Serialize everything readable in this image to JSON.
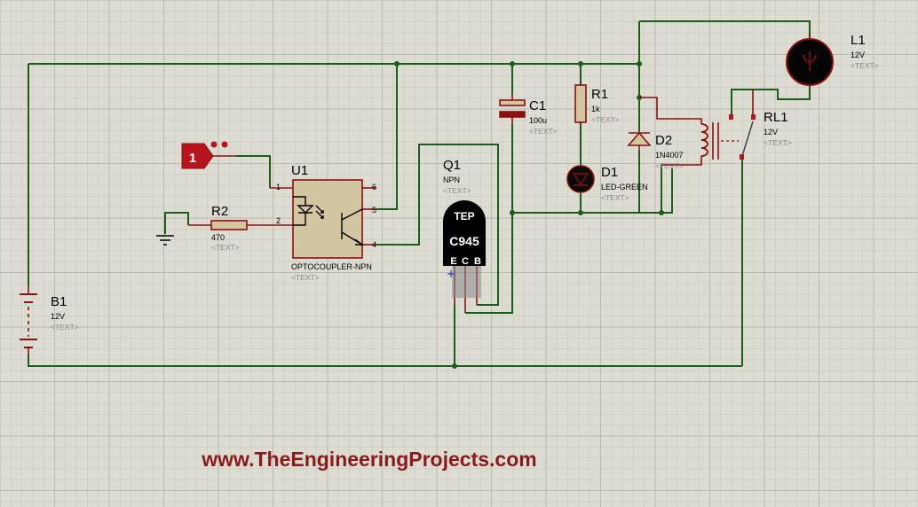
{
  "colors": {
    "background": "#dcdcd2",
    "grid_minor": "#c9c9be",
    "grid_major": "#b9b9ad",
    "wire": "#1b5e1b",
    "component": "#8b1010",
    "component_fill": "#d2c6a0",
    "placeholder_text": "#8c8c8c",
    "footer": "#8b1a1a"
  },
  "placeholder": "<TEXT>",
  "input_terminal": {
    "label": "1"
  },
  "components": {
    "u1": {
      "designator": "U1",
      "value": "OPTOCOUPLER-NPN",
      "pins": [
        "1",
        "2",
        "6",
        "5",
        "4"
      ]
    },
    "r2": {
      "designator": "R2",
      "value": "470"
    },
    "q1": {
      "designator": "Q1",
      "value": "NPN",
      "brand": "TEP",
      "part": "C945",
      "pins": [
        "E",
        "C",
        "B"
      ]
    },
    "c1": {
      "designator": "C1",
      "value": "100u"
    },
    "r1": {
      "designator": "R1",
      "value": "1k"
    },
    "d1": {
      "designator": "D1",
      "value": "LED-GREEN"
    },
    "d2": {
      "designator": "D2",
      "value": "1N4007"
    },
    "l1": {
      "designator": "L1",
      "value": "12V"
    },
    "rl1": {
      "designator": "RL1",
      "value": "12V"
    },
    "b1": {
      "designator": "B1",
      "value": "12V"
    }
  },
  "footer": "www.TheEngineeringProjects.com"
}
